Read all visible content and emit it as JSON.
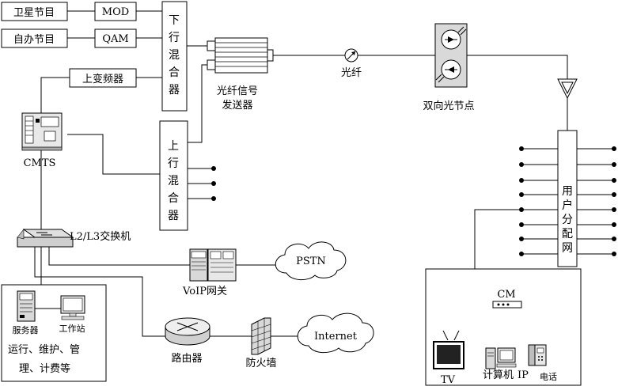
{
  "sources": {
    "satellite": "卫星节目",
    "own": "自办节目",
    "mod": "MOD",
    "qam": "QAM"
  },
  "downstream_mixer": [
    "下",
    "行",
    "混",
    "合",
    "器"
  ],
  "upstream_mixer": [
    "上",
    "行",
    "混",
    "合",
    "器"
  ],
  "upconverter": "上变频器",
  "cmts": "CMTS",
  "transmitter": [
    "光纤信号",
    "发送器"
  ],
  "fiber": "光纤",
  "optical_node": "双向光节点",
  "user_network": [
    "用",
    "户",
    "分",
    "配",
    "网"
  ],
  "switch": "L2/L3交换机",
  "voip": "VoIP网关",
  "pstn": "PSTN",
  "router": "路由器",
  "firewall": "防火墙",
  "internet": "Internet",
  "ops": {
    "server": "服务器",
    "workstation": "工作站",
    "line1": "运行、维护、管",
    "line2": "理、计费等"
  },
  "home": {
    "cm": "CM",
    "tv": "TV",
    "computer": "计算机",
    "ip": "IP",
    "phone": "电话"
  }
}
